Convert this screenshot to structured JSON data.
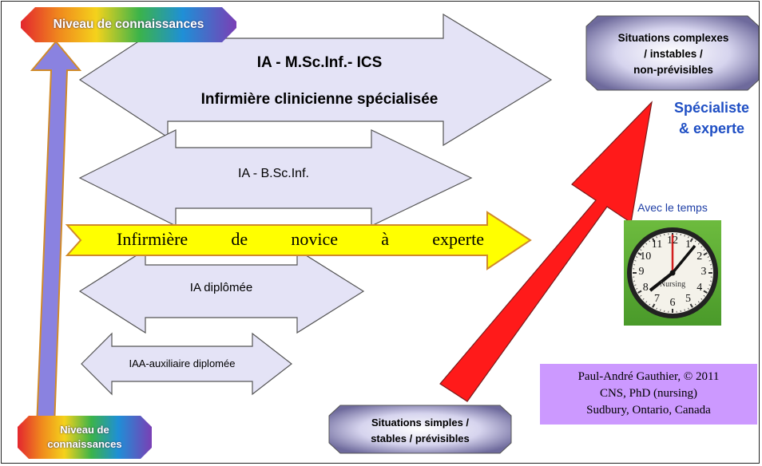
{
  "knowledge_level_top": "Niveau de connaissances",
  "knowledge_level_bottom": [
    "Niveau de",
    "connaissances"
  ],
  "situations_complex": [
    "Situations complexes",
    "/ instables /",
    "non-prévisibles"
  ],
  "situations_simple": [
    "Situations simples /",
    "stables /  prévisibles"
  ],
  "specialist": [
    "Spécialiste",
    "& experte"
  ],
  "arrows": {
    "ics_line1": "IA  -  M.Sc.Inf.- ICS",
    "ics_line2": "Infirmière clinicienne spécialisée",
    "bsc": "IA - B.Sc.Inf.",
    "novice_expert": [
      "Infirmière",
      "de",
      "novice",
      "à",
      "experte"
    ],
    "diploma": "IA  diplômée",
    "auxiliary": "IAA-auxiliaire  diplomée"
  },
  "clock": {
    "caption": "Avec le temps",
    "label": "Nursing",
    "numbers": [
      "12",
      "1",
      "2",
      "3",
      "4",
      "5",
      "6",
      "7",
      "8",
      "9",
      "10",
      "11"
    ]
  },
  "credit": [
    "Paul-André Gauthier,  ©  2011",
    "CNS, PhD (nursing)",
    "Sudbury, Ontario, Canada"
  ],
  "colors": {
    "arrow_fill": "#e4e3f6",
    "yellow_arrow": "#ffff00",
    "red_arrow": "#ff1a1a",
    "vertical_arrow": "#8a82e0",
    "credit_bg": "#cc99ff",
    "specialist_text": "#1f4fc4"
  }
}
